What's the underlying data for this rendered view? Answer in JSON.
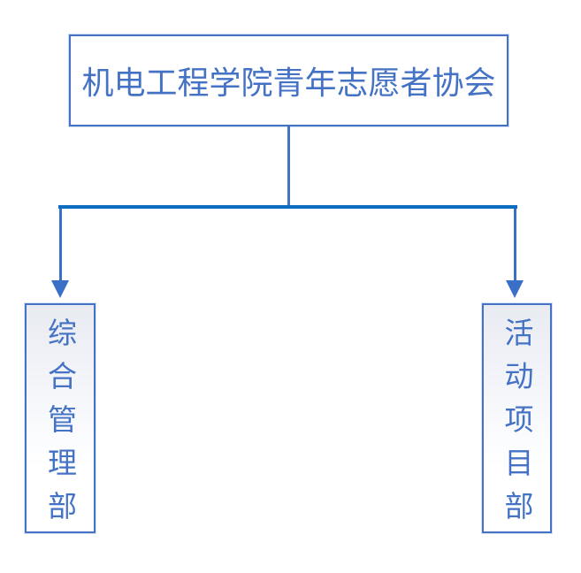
{
  "org_chart": {
    "root": {
      "label": "机电工程学院青年志愿者协会"
    },
    "departments": [
      {
        "label": "综合管理部"
      },
      {
        "label": "活动项目部"
      }
    ],
    "colors": {
      "node_border": "#4472C4",
      "node_text": "#4472C4",
      "stem_line": "#4472C4",
      "horizontal_rail": "#0C6CC0",
      "branch_arrow": "#3A6FC8",
      "child_box_gradient_top": "#E9EBF2",
      "background": "#FFFFFF"
    }
  }
}
